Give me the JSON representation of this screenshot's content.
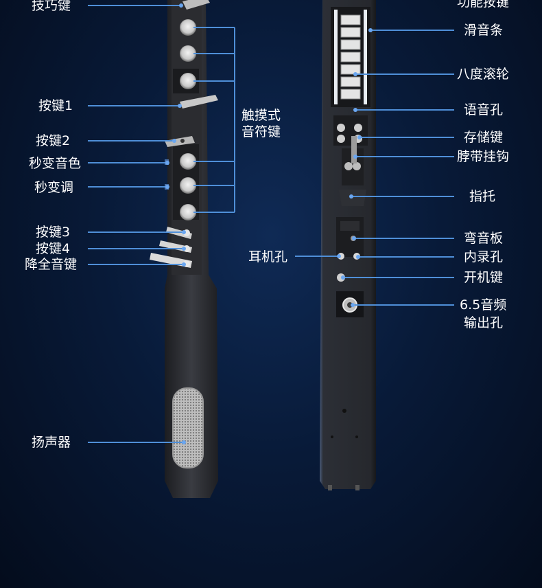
{
  "left_labels": {
    "skill_key": "技巧键",
    "key1": "按键1",
    "key2": "按键2",
    "second_tone": "秒变音色",
    "second_key": "秒变调",
    "key3": "按键3",
    "key4": "按键4",
    "all_down_key": "降全音键",
    "speaker": "扬声器"
  },
  "center_label": {
    "touch_keys_line1": "触摸式",
    "touch_keys_line2": "音符键"
  },
  "right_labels": {
    "function_key": "功能按键",
    "slide_bar": "滑音条",
    "octave_wheel": "八度滚轮",
    "voice_hole": "语音孔",
    "storage_key": "存储键",
    "strap_hook": "脖带挂钩",
    "finger_rest": "指托",
    "bend_plate": "弯音板",
    "internal_rec": "内录孔",
    "power_key": "开机键",
    "output_line1": "6.5音频",
    "output_line2": "输出孔"
  },
  "mid_label": {
    "earphone_hole": "耳机孔"
  },
  "colors": {
    "background": "#081a38",
    "leader": "#4f8fd8",
    "body": "#2a2c31",
    "label": "#ffffff"
  }
}
